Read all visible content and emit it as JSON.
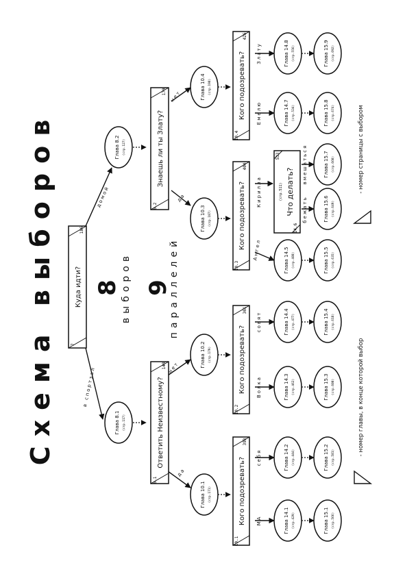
{
  "title": "Схема выборов",
  "stat_choices_num": "8",
  "stat_choices_word": "выборов",
  "stat_parallels_num": "9",
  "stat_parallels_word": "параллелей",
  "legend_chapter": "- номер главы, в конце которой выбор",
  "legend_page": "- номер страницы с выбором",
  "decisions": {
    "root": {
      "question": "Куда идти?",
      "chapter": "7",
      "page": "186"
    },
    "unknown": {
      "question": "Ответить Неизвестному?",
      "chapter": "8.1",
      "page": "148"
    },
    "zlata": {
      "question": "Знаешь ли ты Злату?",
      "chapter": "8.2",
      "page": "170"
    },
    "s1": {
      "question": "Кого подозревать?",
      "chapter": "10.1",
      "page": "393"
    },
    "s2": {
      "question": "Кого подозревать?",
      "chapter": "10.2",
      "page": "361"
    },
    "s3": {
      "question": "Кого подозревать?",
      "chapter": "10.3",
      "page": "404"
    },
    "s4": {
      "question": "Кого подозревать?",
      "chapter": "10.4",
      "page": "426"
    },
    "kirill": {
      "question": "Что делать?",
      "chapter": "14.6",
      "page": "533"
    }
  },
  "chapters": {
    "c81": {
      "name": "Глава 8.1",
      "page": "(стр.117)"
    },
    "c82": {
      "name": "Глава 8.2",
      "page": "(стр.127)"
    },
    "c101": {
      "name": "Глава 10.1",
      "page": "(стр.171)"
    },
    "c102": {
      "name": "Глава 10.2",
      "page": "(стр.179)"
    },
    "c103": {
      "name": "Глава 10.3",
      "page": "(стр.187)"
    },
    "c104": {
      "name": "Глава 10.4",
      "page": "(стр.198)"
    },
    "c141": {
      "name": "Глава 14.1",
      "page": "(стр.429)"
    },
    "c142": {
      "name": "Глава 14.2",
      "page": "(стр.444)"
    },
    "c143": {
      "name": "Глава 14.3",
      "page": "(стр.462)"
    },
    "c144": {
      "name": "Глава 14.4",
      "page": "(стр.477)"
    },
    "c145": {
      "name": "Глава 14.5",
      "page": "(стр.488)"
    },
    "c147": {
      "name": "Глава 14.7",
      "page": "(стр.534)"
    },
    "c148": {
      "name": "Глава 14.8",
      "page": "(стр.556)"
    },
    "c151": {
      "name": "Глава 15.1",
      "page": "(стр.566)"
    },
    "c152": {
      "name": "Глава 15.2",
      "page": "(стр.581)"
    },
    "c153": {
      "name": "Глава 15.3",
      "page": "(стр.600)"
    },
    "c154": {
      "name": "Глава 15.4",
      "page": "(стр.618)"
    },
    "c155": {
      "name": "Глава 15.5",
      "page": "(стр.635)"
    },
    "c156": {
      "name": "Глава 15.6",
      "page": "(стр.649)"
    },
    "c157": {
      "name": "Глава 15.7",
      "page": "(стр.660)"
    },
    "c158": {
      "name": "Глава 15.8",
      "page": "(стр.674)"
    },
    "c159": {
      "name": "Глава 15.9",
      "page": "(стр.692)"
    }
  },
  "kirill_page": "(стр.511)",
  "edges": {
    "v_sportzal": "в спортзал",
    "domoy": "домой",
    "da": "да",
    "net": "нет",
    "ma": "МА",
    "sebya": "себя",
    "volka": "Волка",
    "sovat": "совят",
    "angel": "Ангел",
    "kirilla": "Кирилла",
    "emelyu": "Емелю",
    "zlatu": "Злату",
    "bezhat": "бежать",
    "vmeshatsya": "вмешаться"
  }
}
